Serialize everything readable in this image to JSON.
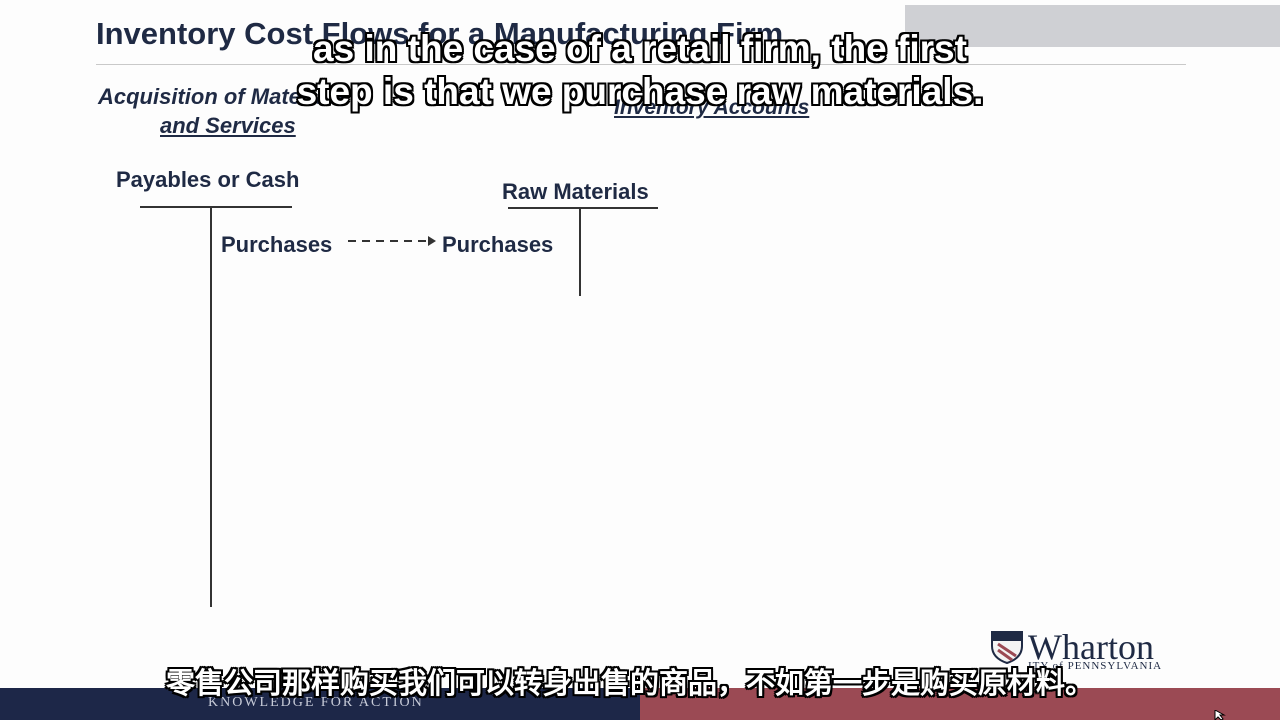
{
  "slide": {
    "title": "Inventory Cost Flows for a Manufacturing Firm",
    "left_heading_line1": "Acquisition of Materials",
    "left_heading_line2": "and Services",
    "right_heading": "Inventory Accounts"
  },
  "accounts": {
    "payables": {
      "title": "Payables or Cash",
      "credit_entry": "Purchases"
    },
    "raw_materials": {
      "title": "Raw Materials",
      "debit_entry": "Purchases"
    }
  },
  "subtitles": {
    "english_line1": "as in the case of a retail firm, the first",
    "english_line2": "step is that we purchase raw materials.",
    "chinese": "零售公司那样购买我们可以转身出售的商品，不如第一步是购买原材料。"
  },
  "branding": {
    "logo_word": "Wharton",
    "logo_small": "ITY of PENNSYLVANIA",
    "tagline": "KNOWLEDGE FOR ACTION",
    "navy": "#1d2748",
    "maroon": "#9b4a54"
  }
}
